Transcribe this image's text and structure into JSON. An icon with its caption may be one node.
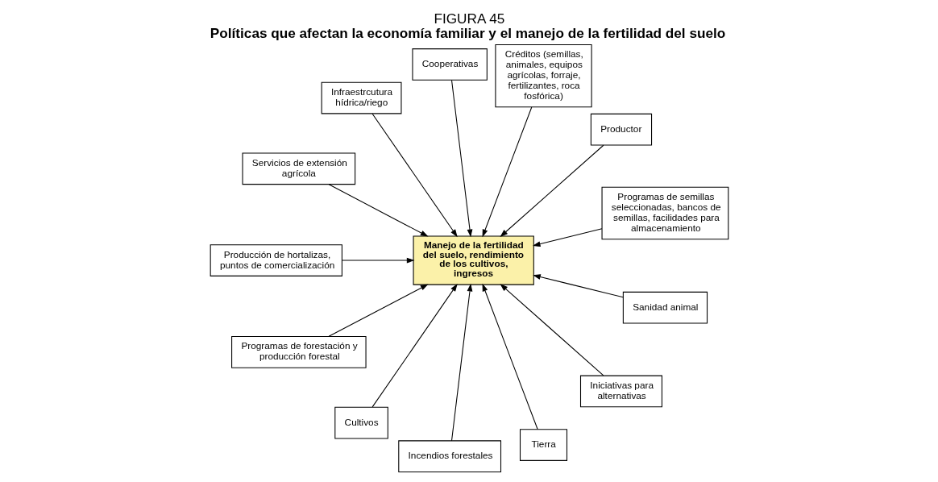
{
  "diagram": {
    "title": "FIGURA 45",
    "caption": "Políticas que afectan la economía familiar y el manejo de la fertilidad del suelo",
    "nodes": [
      {
        "text": [
          "Manejo de la fertilidad del suelo, rendimiento de los cultivos, ingresos"
        ]
      },
      {
        "text": [
          "Programas de semillas seleccionadas, bancos de semillas, facilidades para almacenamiento"
        ]
      },
      {
        "text": [
          "Productor"
        ]
      },
      {
        "text": [
          "Créditos (semillas, animales, equipos agrícolas, forraje, fertilizantes, roca fosfórica)"
        ]
      },
      {
        "text": [
          "Cooperativas"
        ]
      },
      {
        "text": [
          "Infraestrcutura hídrica/riego"
        ]
      },
      {
        "text": [
          "Servicios de extensión agrícola"
        ]
      },
      {
        "text": [
          "Producción de hortalizas, puntos de comercialización"
        ]
      },
      {
        "text": [
          "Programas de forestación y producción forestal"
        ]
      },
      {
        "text": [
          "Cultivos"
        ]
      },
      {
        "text": [
          "Incendios forestales"
        ]
      },
      {
        "text": [
          "Tierra"
        ]
      },
      {
        "text": [
          "Iniciativas para alternativas"
        ]
      },
      {
        "text": [
          "Sanidad animal"
        ]
      }
    ],
    "edges": [
      {
        "from": 1,
        "to": 0,
        "arrow": "to"
      },
      {
        "from": 2,
        "to": 0,
        "arrow": "to"
      },
      {
        "from": 3,
        "to": 0,
        "arrow": "to"
      },
      {
        "from": 4,
        "to": 0,
        "arrow": "to"
      },
      {
        "from": 5,
        "to": 0,
        "arrow": "to"
      },
      {
        "from": 6,
        "to": 0,
        "arrow": "to"
      },
      {
        "from": 7,
        "to": 0,
        "arrow": "to"
      },
      {
        "from": 8,
        "to": 0,
        "arrow": "to"
      },
      {
        "from": 9,
        "to": 0,
        "arrow": "to"
      },
      {
        "from": 10,
        "to": 0,
        "arrow": "to"
      },
      {
        "from": 11,
        "to": 0,
        "arrow": "to"
      },
      {
        "from": 12,
        "to": 0,
        "arrow": "to"
      },
      {
        "from": 13,
        "to": 0,
        "arrow": "to"
      }
    ]
  }
}
